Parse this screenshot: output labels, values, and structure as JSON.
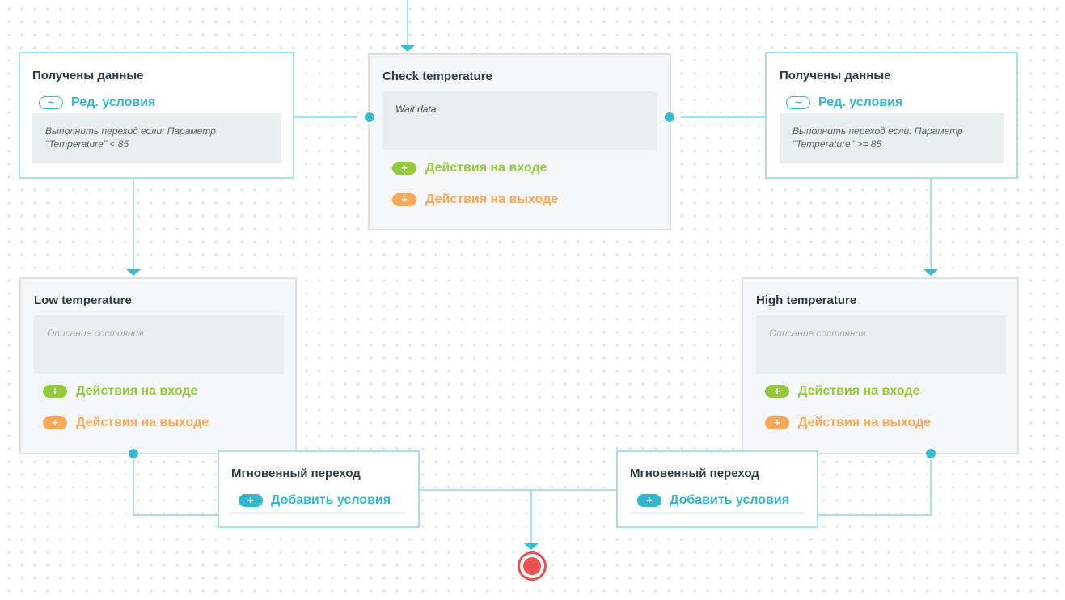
{
  "colors": {
    "accent": "#35b6cf",
    "entry": "#94c93d",
    "exit": "#fba75a",
    "end": "#e9524f",
    "connector": "#8fd3e0"
  },
  "icons": {
    "tilde": "~",
    "plus": "+"
  },
  "check_state": {
    "title": "Check temperature",
    "description": "Wait data",
    "entry_actions": "Действия на входе",
    "exit_actions": "Действия на выходе"
  },
  "transition_left": {
    "title": "Получены данные",
    "edit_conditions": "Ред. условия",
    "condition": "Выполнить переход если: Параметр \"Temperature\" < 85"
  },
  "transition_right": {
    "title": "Получены данные",
    "edit_conditions": "Ред. условия",
    "condition": "Выполнить переход если: Параметр \"Temperature\" >= 85"
  },
  "low_state": {
    "title": "Low temperature",
    "description_placeholder": "Описание состояния",
    "entry_actions": "Действия на входе",
    "exit_actions": "Действия на выходе"
  },
  "high_state": {
    "title": "High temperature",
    "description_placeholder": "Описание состояния",
    "entry_actions": "Действия на входе",
    "exit_actions": "Действия на выходе"
  },
  "instant_left": {
    "title": "Мгновенный переход",
    "add_conditions": "Добавить условия"
  },
  "instant_right": {
    "title": "Мгновенный переход",
    "add_conditions": "Добавить условия"
  }
}
